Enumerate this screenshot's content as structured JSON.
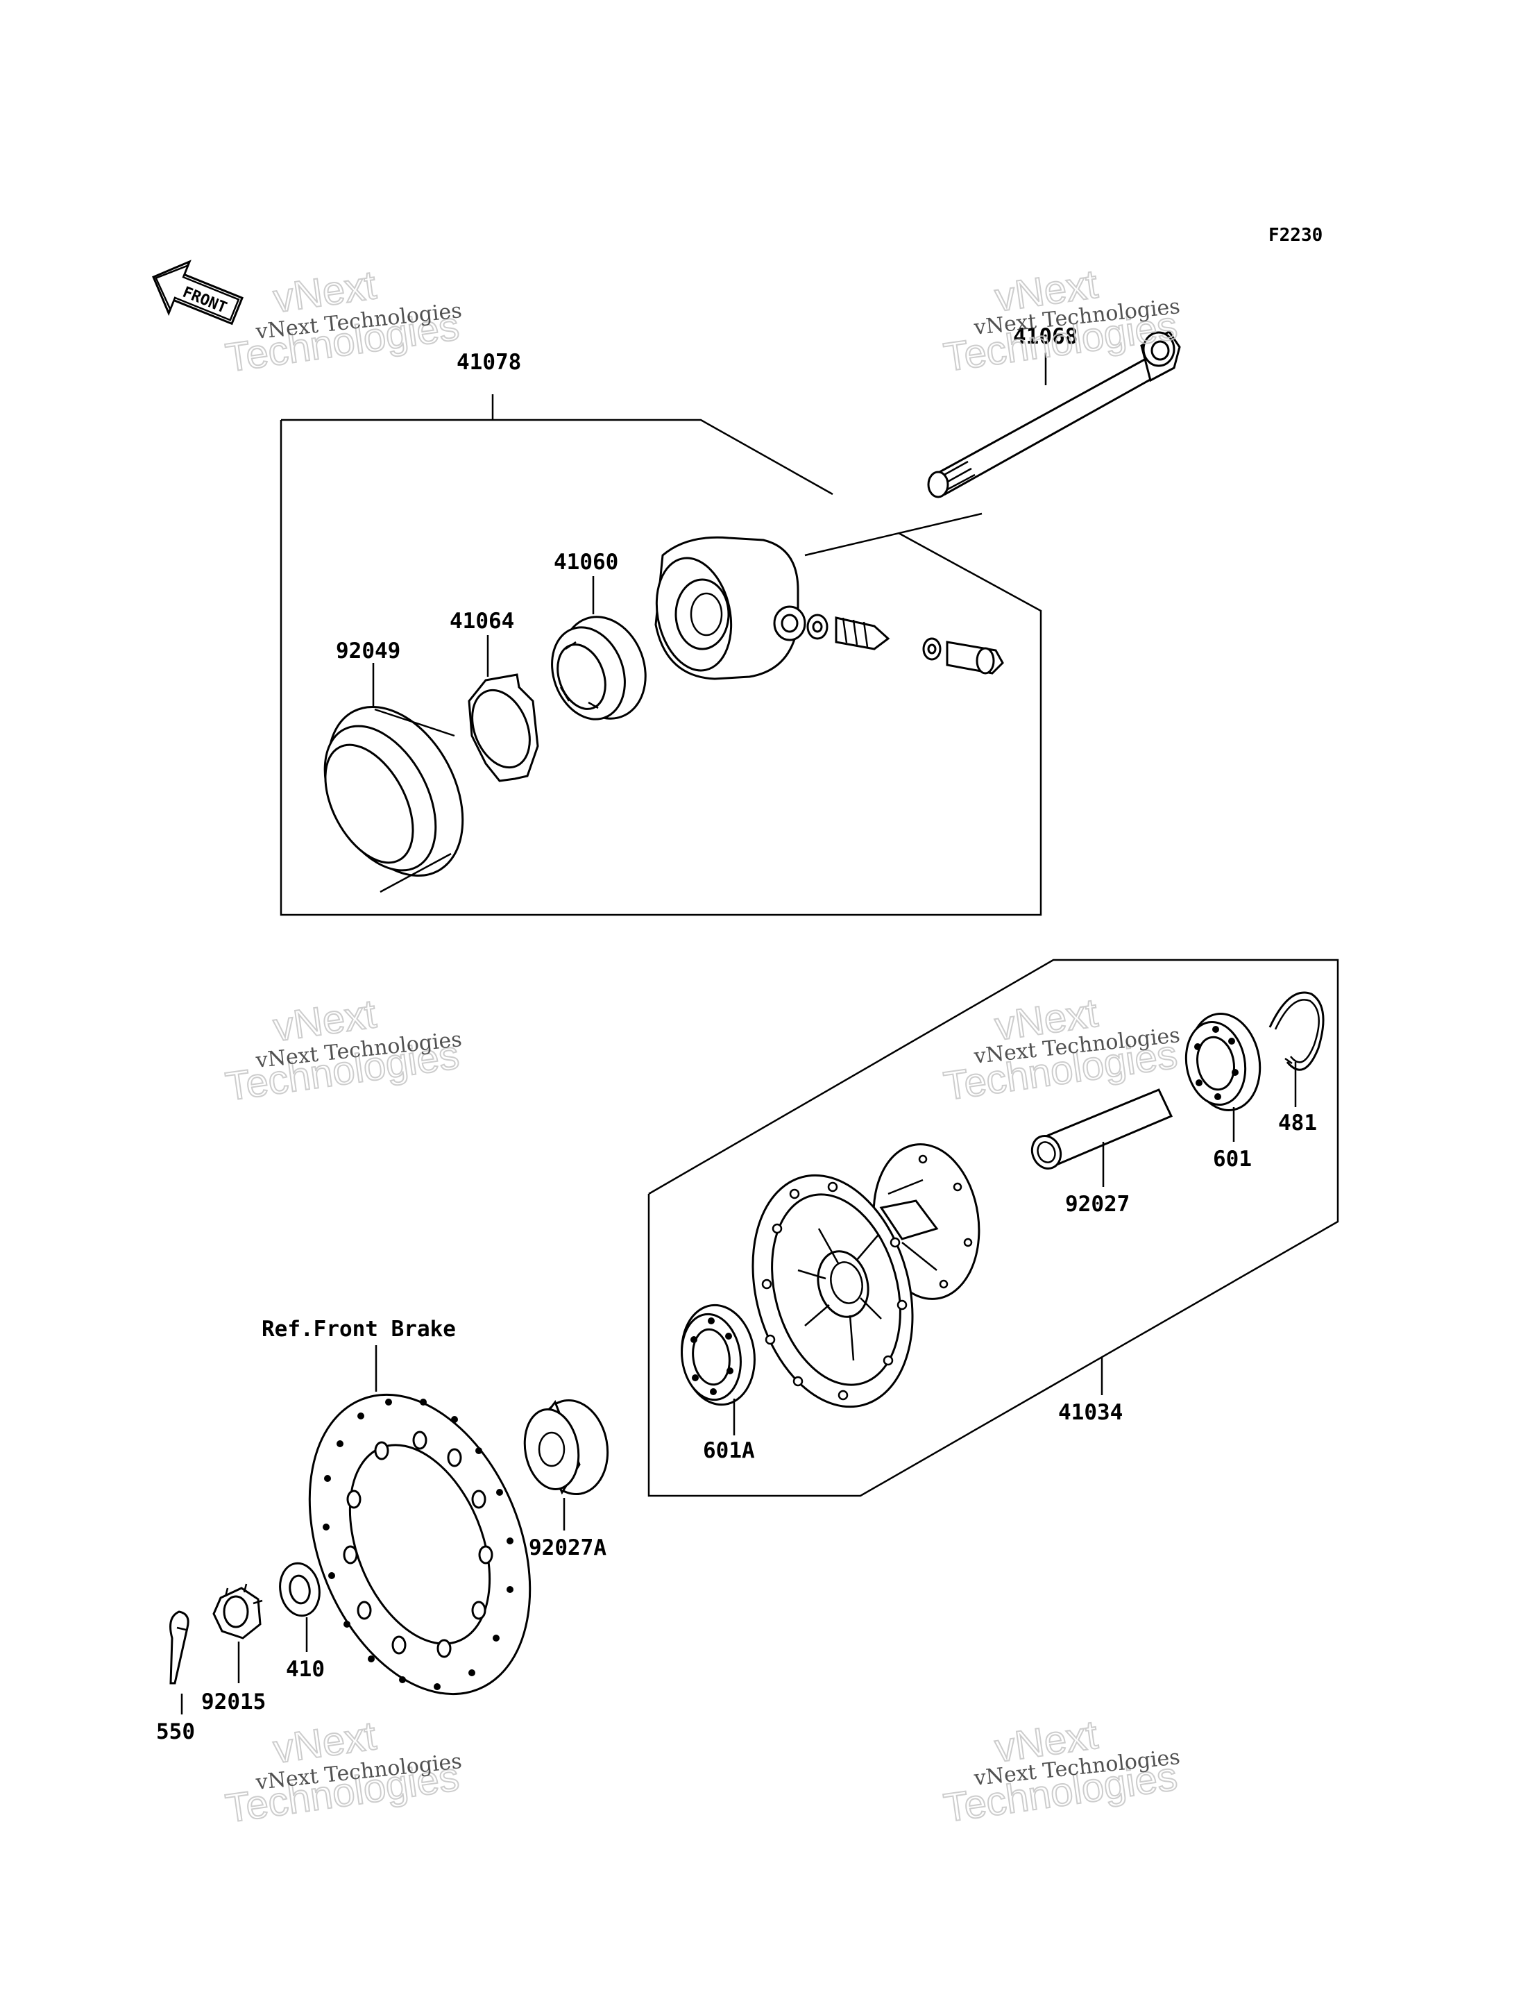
{
  "figure_code": "F2230",
  "front_arrow": "FRONT",
  "reference_note": "Ref.Front Brake",
  "watermark": {
    "line1": "vNext Technologies",
    "line2": "vNext",
    "line3": "Technologies"
  },
  "parts": {
    "p41078": "41078",
    "p41068": "41068",
    "p41060": "41060",
    "p41064": "41064",
    "p92049": "92049",
    "p481": "481",
    "p601": "601",
    "p92027": "92027",
    "p601A": "601A",
    "p41034": "41034",
    "p92027A": "92027A",
    "p410": "410",
    "p92015": "92015",
    "p550": "550"
  }
}
